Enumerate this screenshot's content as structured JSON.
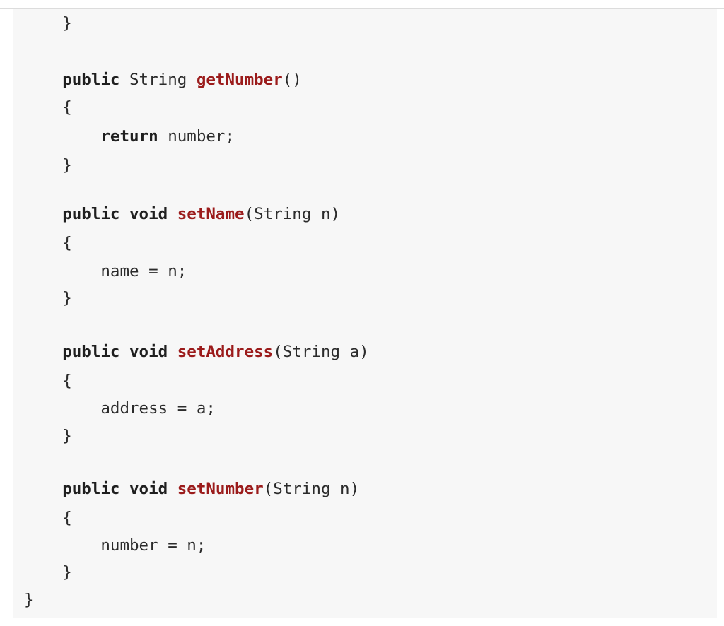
{
  "code": {
    "lines": [
      {
        "indent": "    ",
        "tokens": [
          {
            "t": "plain",
            "v": "}"
          }
        ]
      },
      {
        "indent": "",
        "tokens": []
      },
      {
        "indent": "    ",
        "tokens": [
          {
            "t": "kw",
            "v": "public"
          },
          {
            "t": "plain",
            "v": " String "
          },
          {
            "t": "fn",
            "v": "getNumber"
          },
          {
            "t": "plain",
            "v": "()"
          }
        ]
      },
      {
        "indent": "    ",
        "tokens": [
          {
            "t": "plain",
            "v": "{"
          }
        ]
      },
      {
        "indent": "        ",
        "tokens": [
          {
            "t": "kw",
            "v": "return"
          },
          {
            "t": "plain",
            "v": " number;"
          }
        ]
      },
      {
        "indent": "    ",
        "tokens": [
          {
            "t": "plain",
            "v": "}"
          }
        ]
      },
      {
        "indent": "",
        "tokens": []
      },
      {
        "indent": "    ",
        "tokens": [
          {
            "t": "kw",
            "v": "public"
          },
          {
            "t": "plain",
            "v": " "
          },
          {
            "t": "kw",
            "v": "void"
          },
          {
            "t": "plain",
            "v": " "
          },
          {
            "t": "fn",
            "v": "setName"
          },
          {
            "t": "plain",
            "v": "(String n)"
          }
        ]
      },
      {
        "indent": "    ",
        "tokens": [
          {
            "t": "plain",
            "v": "{"
          }
        ]
      },
      {
        "indent": "        ",
        "tokens": [
          {
            "t": "plain",
            "v": "name = n;"
          }
        ]
      },
      {
        "indent": "    ",
        "tokens": [
          {
            "t": "plain",
            "v": "}"
          }
        ]
      },
      {
        "indent": "",
        "tokens": []
      },
      {
        "indent": "    ",
        "tokens": [
          {
            "t": "kw",
            "v": "public"
          },
          {
            "t": "plain",
            "v": " "
          },
          {
            "t": "kw",
            "v": "void"
          },
          {
            "t": "plain",
            "v": " "
          },
          {
            "t": "fn",
            "v": "setAddress"
          },
          {
            "t": "plain",
            "v": "(String a)"
          }
        ]
      },
      {
        "indent": "    ",
        "tokens": [
          {
            "t": "plain",
            "v": "{"
          }
        ]
      },
      {
        "indent": "        ",
        "tokens": [
          {
            "t": "plain",
            "v": "address = a;"
          }
        ]
      },
      {
        "indent": "    ",
        "tokens": [
          {
            "t": "plain",
            "v": "}"
          }
        ]
      },
      {
        "indent": "",
        "tokens": []
      },
      {
        "indent": "    ",
        "tokens": [
          {
            "t": "kw",
            "v": "public"
          },
          {
            "t": "plain",
            "v": " "
          },
          {
            "t": "kw",
            "v": "void"
          },
          {
            "t": "plain",
            "v": " "
          },
          {
            "t": "fn",
            "v": "setNumber"
          },
          {
            "t": "plain",
            "v": "(String n)"
          }
        ]
      },
      {
        "indent": "    ",
        "tokens": [
          {
            "t": "plain",
            "v": "{"
          }
        ]
      },
      {
        "indent": "        ",
        "tokens": [
          {
            "t": "plain",
            "v": "number = n;"
          }
        ]
      },
      {
        "indent": "    ",
        "tokens": [
          {
            "t": "plain",
            "v": "}"
          }
        ]
      },
      {
        "indent": "",
        "tokens": [
          {
            "t": "plain",
            "v": "}"
          }
        ]
      }
    ]
  },
  "colors": {
    "function_name": "#9b1b1b",
    "keyword": "#1f1f1f",
    "text": "#2b2b2b",
    "background": "#f7f7f7"
  }
}
